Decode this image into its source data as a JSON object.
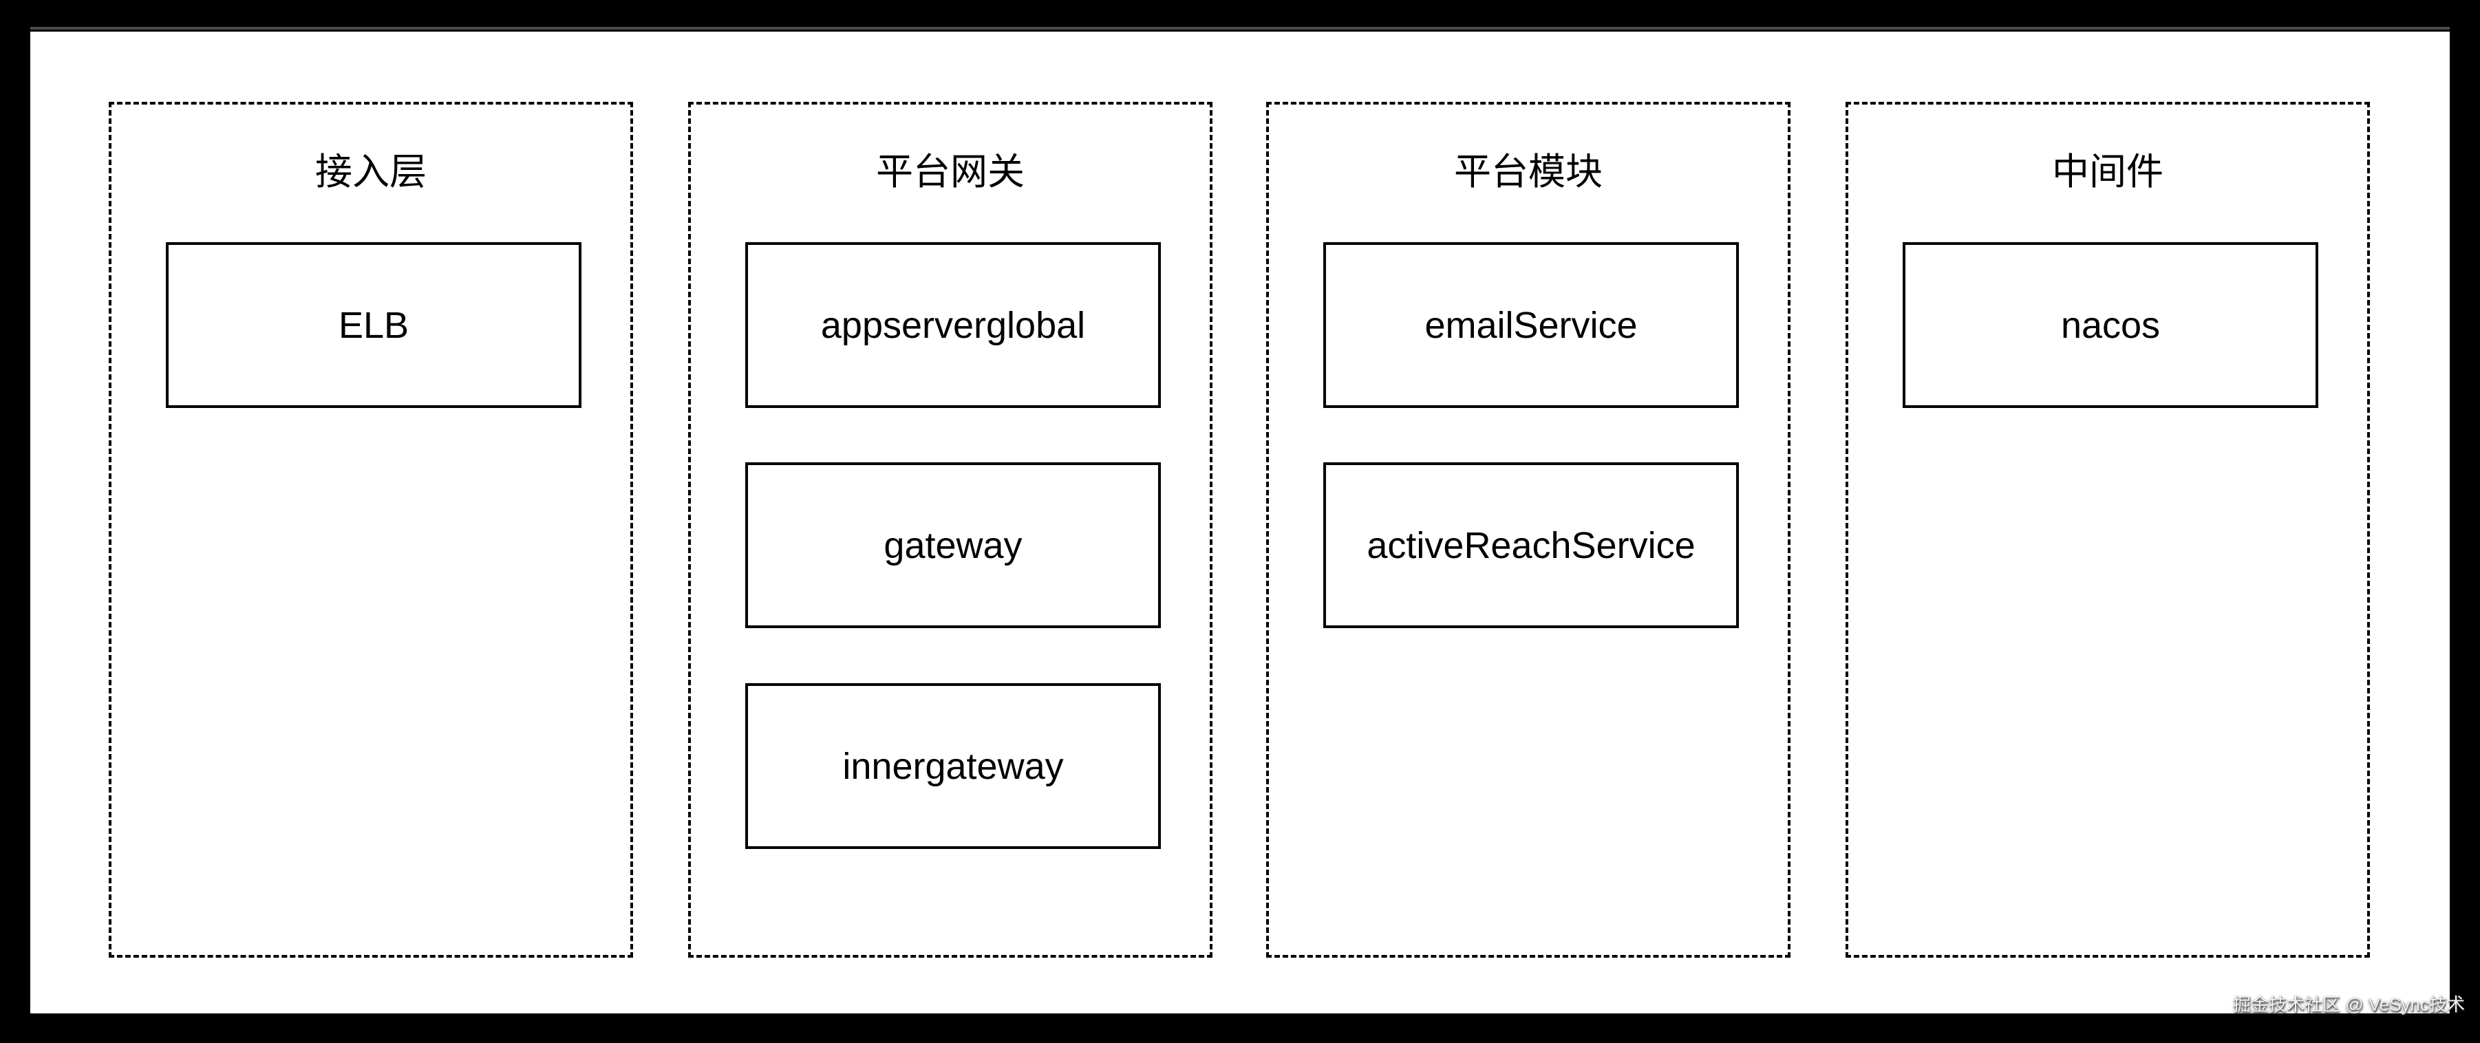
{
  "page": {
    "watermark": "掘金技术社区 @ VeSync技术",
    "colors": {
      "frame": "#000000",
      "canvas": "#ffffff",
      "line": "#000000",
      "top_rule": "#4a4a4a",
      "watermark_text": "#f2f2f2"
    }
  },
  "diagram": {
    "columns": [
      {
        "title": "接入层",
        "boxes": [
          "ELB"
        ]
      },
      {
        "title": "平台网关",
        "boxes": [
          "appserverglobal",
          "gateway",
          "innergateway"
        ]
      },
      {
        "title": "平台模块",
        "boxes": [
          "emailService",
          "activeReachService"
        ]
      },
      {
        "title": "中间件",
        "boxes": [
          "nacos"
        ]
      }
    ]
  }
}
